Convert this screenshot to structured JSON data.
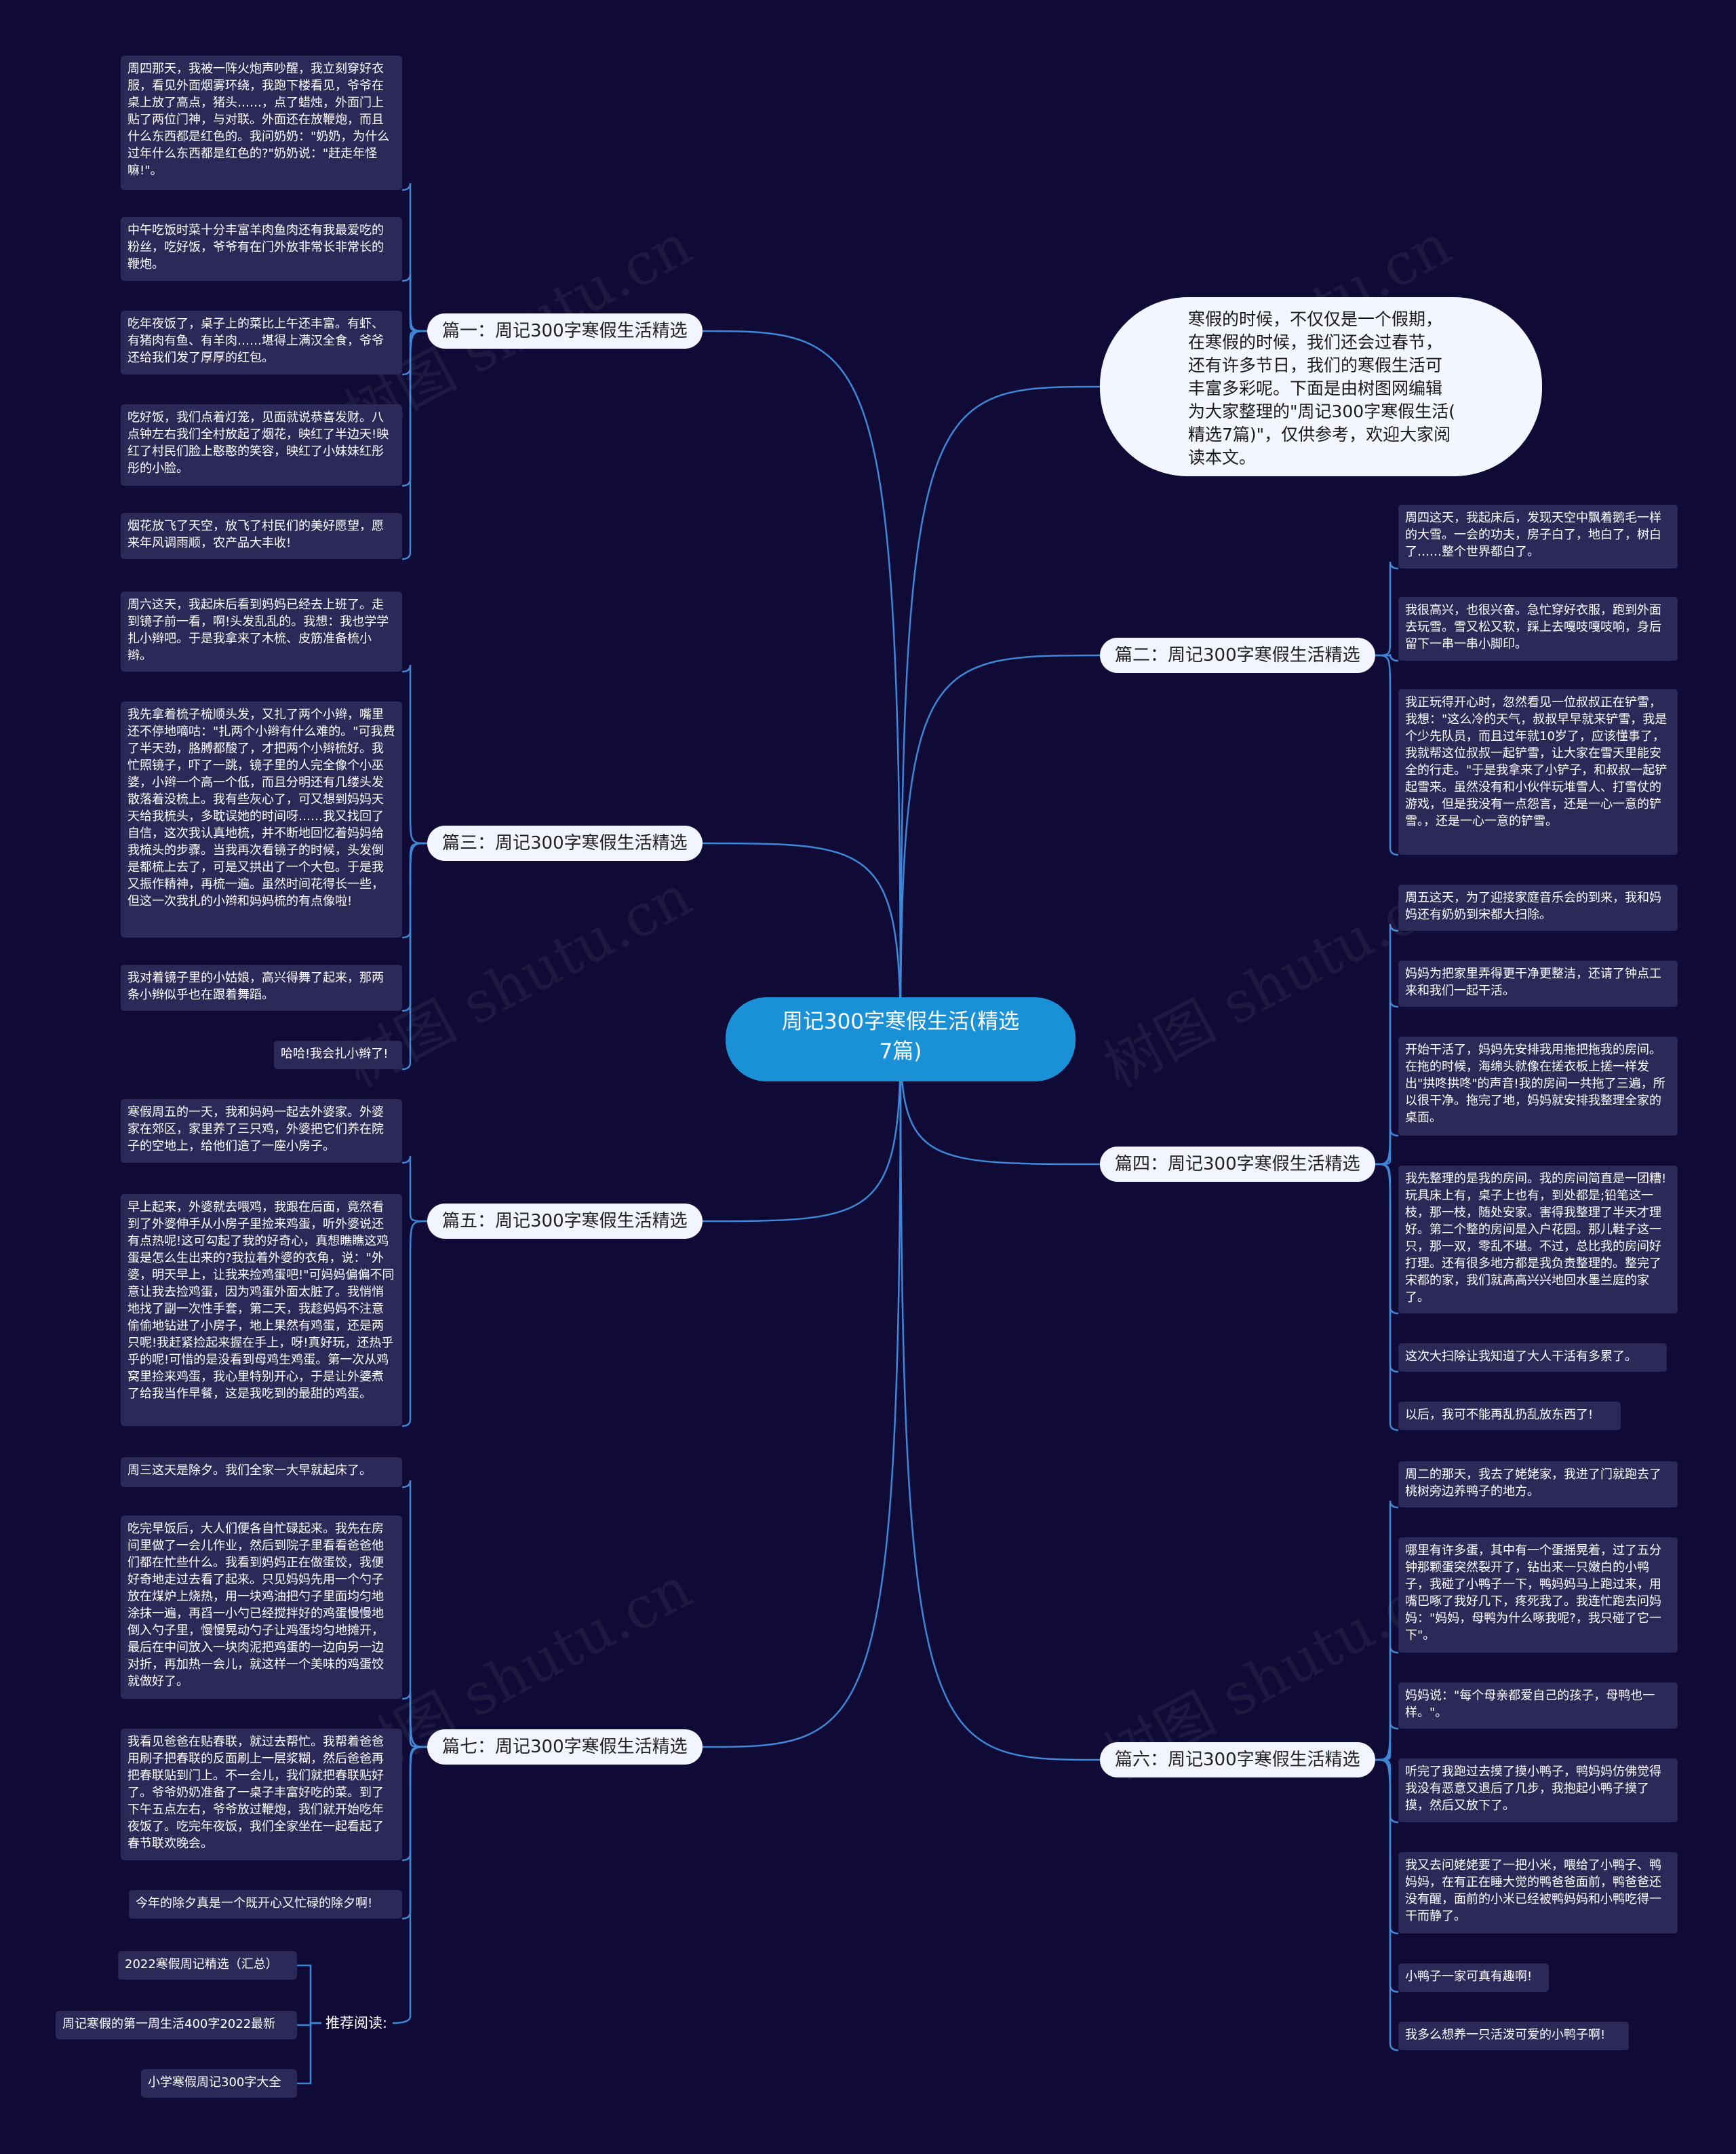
{
  "root": {
    "title": "周记300字寒假生活(精选\n7篇)"
  },
  "intro": "寒假的时候，不仅仅是一个假期，\n在寒假的时候，我们还会过春节，\n还有许多节日，我们的寒假生活可\n丰富多彩呢。下面是由树图网编辑\n为大家整理的\"周记300字寒假生活(\n精选7篇)\"，仅供参考，欢迎大家阅\n读本文。",
  "watermark": "树图 shutu.cn",
  "branches": [
    {
      "label": "篇一：周记300字寒假生活精选",
      "leaves": [
        "周四那天，我被一阵火炮声吵醒，我立刻穿好衣服，看见外面烟雾环绕，我跑下楼看见，爷爷在桌上放了高点，猪头……，点了蜡烛，外面门上贴了两位门神，与对联。外面还在放鞭炮，而且什么东西都是红色的。我问奶奶：\"奶奶，为什么过年什么东西都是红色的?\"奶奶说：\"赶走年怪嘛!\"。",
        "中午吃饭时菜十分丰富羊肉鱼肉还有我最爱吃的粉丝，吃好饭，爷爷有在门外放非常长非常长的鞭炮。",
        "吃年夜饭了，桌子上的菜比上午还丰富。有虾、有猪肉有鱼、有羊肉……堪得上满汉全食，爷爷还给我们发了厚厚的红包。",
        "吃好饭，我们点着灯笼，见面就说恭喜发财。八点钟左右我们全村放起了烟花，映红了半边天!映红了村民们脸上憨憨的笑容，映红了小妹妹红彤彤的小脸。",
        "烟花放飞了天空，放飞了村民们的美好愿望，愿来年风调雨顺，农产品大丰收!"
      ]
    },
    {
      "label": "篇二：周记300字寒假生活精选",
      "leaves": [
        "周四这天，我起床后，发现天空中飘着鹅毛一样的大雪。一会的功夫，房子白了，地白了，树白了……整个世界都白了。",
        "我很高兴，也很兴奋。急忙穿好衣服，跑到外面去玩雪。雪又松又软，踩上去嘎吱嘎吱响，身后留下一串一串小脚印。",
        "我正玩得开心时，忽然看见一位叔叔正在铲雪，我想：\"这么冷的天气，叔叔早早就来铲雪，我是个少先队员，而且过年就10岁了，应该懂事了，我就帮这位叔叔一起铲雪，让大家在雪天里能安全的行走。\"于是我拿来了小铲子，和叔叔一起铲起雪来。虽然没有和小伙伴玩堆雪人、打雪仗的游戏，但是我没有一点怨言，还是一心一意的铲雪。，还是一心一意的铲雪。"
      ]
    },
    {
      "label": "篇三：周记300字寒假生活精选",
      "leaves": [
        "周六这天，我起床后看到妈妈已经去上班了。走到镜子前一看，啊!头发乱乱的。我想：我也学学扎小辫吧。于是我拿来了木梳、皮筋准备梳小辫。",
        "我先拿着梳子梳顺头发，又扎了两个小辫，嘴里还不停地嘀咕：\"扎两个小辫有什么难的。\"可我费了半天劲，胳膊都酸了，才把两个小辫梳好。我忙照镜子，吓了一跳，镜子里的人完全像个小巫婆，小辫一个高一个低，而且分明还有几缕头发散落着没梳上。我有些灰心了，可又想到妈妈天天给我梳头，多耽误她的时间呀……我又找回了自信，这次我认真地梳，并不断地回忆着妈妈给我梳头的步骤。当我再次看镜子的时候，头发倒是都梳上去了，可是又拱出了一个大包。于是我又振作精神，再梳一遍。虽然时间花得长一些，但这一次我扎的小辫和妈妈梳的有点像啦!",
        "我对着镜子里的小姑娘，高兴得舞了起来，那两条小辫似乎也在跟着舞蹈。",
        "哈哈!我会扎小辫了!"
      ]
    },
    {
      "label": "篇四：周记300字寒假生活精选",
      "leaves": [
        "周五这天，为了迎接家庭音乐会的到来，我和妈妈还有奶奶到宋都大扫除。",
        "妈妈为把家里弄得更干净更整洁，还请了钟点工来和我们一起干活。",
        "开始干活了，妈妈先安排我用拖把拖我的房间。在拖的时候，海绵头就像在搓衣板上搓一样发出\"拱咚拱咚\"的声音!我的房间一共拖了三遍，所以很干净。拖完了地，妈妈就安排我整理全家的桌面。",
        "我先整理的是我的房间。我的房间简直是一团糟!玩具床上有，桌子上也有，到处都是;铅笔这一枝，那一枝，随处安家。害得我整理了半天才理好。第二个整的房间是入户花园。那儿鞋子这一只，那一双，零乱不堪。不过，总比我的房间好打理。还有很多地方都是我负责整理的。整完了宋都的家，我们就高高兴兴地回水墨兰庭的家了。",
        "这次大扫除让我知道了大人干活有多累了。",
        "以后，我可不能再乱扔乱放东西了!"
      ]
    },
    {
      "label": "篇五：周记300字寒假生活精选",
      "leaves": [
        "寒假周五的一天，我和妈妈一起去外婆家。外婆家在郊区，家里养了三只鸡，外婆把它们养在院子的空地上，给他们造了一座小房子。",
        "早上起来，外婆就去喂鸡，我跟在后面，竟然看到了外婆伸手从小房子里捡来鸡蛋，听外婆说还有点热呢!这可勾起了我的好奇心，真想瞧瞧这鸡蛋是怎么生出来的?我拉着外婆的衣角，说：\"外婆，明天早上，让我来捡鸡蛋吧!\"可妈妈偏偏不同意让我去捡鸡蛋，因为鸡蛋外面太脏了。我悄悄地找了副一次性手套，第二天，我趁妈妈不注意偷偷地钻进了小房子，地上果然有鸡蛋，还是两只呢!我赶紧捡起来握在手上，呀!真好玩，还热乎乎的呢!可惜的是没看到母鸡生鸡蛋。第一次从鸡窝里捡来鸡蛋，我心里特别开心，于是让外婆煮了给我当作早餐，这是我吃到的最甜的鸡蛋。"
      ]
    },
    {
      "label": "篇六：周记300字寒假生活精选",
      "leaves": [
        "周二的那天，我去了姥姥家，我进了门就跑去了桃树旁边养鸭子的地方。",
        "哪里有许多蛋，其中有一个蛋摇晃着，过了五分钟那颗蛋突然裂开了，钻出来一只嫩白的小鸭子，我碰了小鸭子一下，鸭妈妈马上跑过来，用嘴巴啄了我好几下，疼死我了。我连忙跑去问妈妈：\"妈妈，母鸭为什么啄我呢?，我只碰了它一下\"。",
        "妈妈说：\"每个母亲都爱自己的孩子，母鸭也一样。\"。",
        "听完了我跑过去摸了摸小鸭子，鸭妈妈仿佛觉得我没有恶意又退后了几步，我抱起小鸭子摸了摸，然后又放下了。",
        "我又去问姥姥要了一把小米，喂给了小鸭子、鸭妈妈，在有正在睡大觉的鸭爸爸面前，鸭爸爸还没有醒，面前的小米已经被鸭妈妈和小鸭吃得一干而静了。",
        "小鸭子一家可真有趣啊!",
        "我多么想养一只活泼可爱的小鸭子啊!"
      ]
    },
    {
      "label": "篇七：周记300字寒假生活精选",
      "leaves": [
        "周三这天是除夕。我们全家一大早就起床了。",
        "吃完早饭后，大人们便各自忙碌起来。我先在房间里做了一会儿作业，然后到院子里看看爸爸他们都在忙些什么。我看到妈妈正在做蛋饺，我便好奇地走过去看了起来。只见妈妈先用一个勺子放在煤炉上烧热，用一块鸡油把勺子里面均匀地涂抹一遍，再舀一小勺已经搅拌好的鸡蛋慢慢地倒入勺子里，慢慢晃动勺子让鸡蛋均匀地摊开，最后在中间放入一块肉泥把鸡蛋的一边向另一边对折，再加热一会儿，就这样一个美味的鸡蛋饺就做好了。",
        "我看见爸爸在贴春联，就过去帮忙。我帮着爸爸用刷子把春联的反面刷上一层浆糊，然后爸爸再把春联贴到门上。不一会儿，我们就把春联贴好了。爷爷奶奶准备了一桌子丰富好吃的菜。到了下午五点左右，爷爷放过鞭炮，我们就开始吃年夜饭了。吃完年夜饭，我们全家坐在一起看起了春节联欢晚会。",
        "今年的除夕真是一个既开心又忙碌的除夕啊!"
      ]
    }
  ],
  "recommend": {
    "label": "推荐阅读:",
    "items": [
      "2022寒假周记精选（汇总）",
      "周记寒假的第一周生活400字2022最新",
      "小学寒假周记300字大全"
    ]
  },
  "colors": {
    "background": "#0f0b36",
    "line": "#3e86d6",
    "root": "#1a90d6",
    "leaf": "#2b2958"
  }
}
